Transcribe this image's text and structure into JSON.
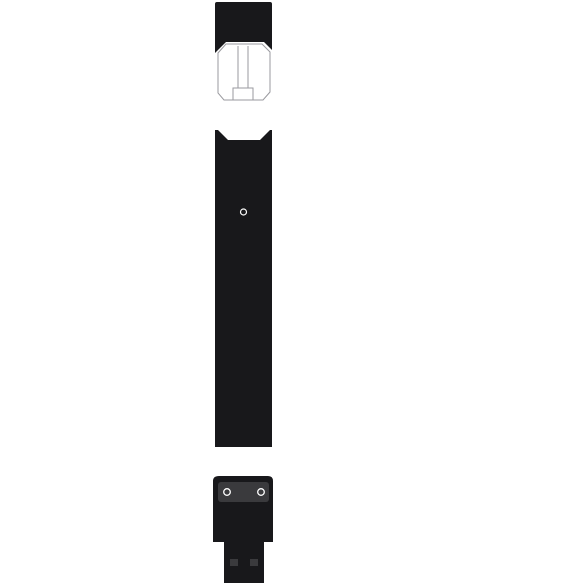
{
  "illustration": {
    "subject": "pod-vaporizer-kit",
    "components": [
      "cartridge-pod",
      "battery-body",
      "usb-charger"
    ],
    "colors": {
      "background": "#ffffff",
      "body": "#18181b",
      "outline": "#9a9a9f",
      "pod_clear": "#ffffff",
      "charger_plate": "#3a3a3d",
      "usb_contacts": "#3a3a3d",
      "led": "#ffffff"
    },
    "icons": {
      "led": "led-indicator-icon",
      "pins": "charging-pin-icon"
    }
  }
}
